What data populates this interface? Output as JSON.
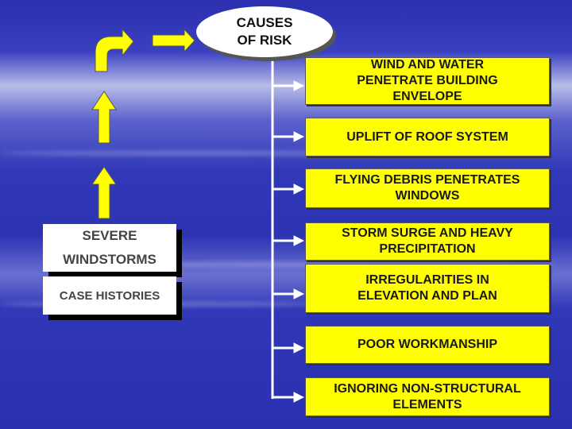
{
  "center": {
    "label": "CAUSES\nOF RISK"
  },
  "source": {
    "primary": "SEVERE\nWINDSTORMS",
    "secondary": "CASE HISTORIES"
  },
  "causes": [
    "WIND AND WATER\nPENETRATE BUILDING\nENVELOPE",
    "UPLIFT OF ROOF SYSTEM",
    "FLYING DEBRIS PENETRATES\nWINDOWS",
    "STORM SURGE AND HEAVY\nPRECIPITATION",
    "IRREGULARITIES IN\nELEVATION AND PLAN",
    "POOR WORKMANSHIP",
    "IGNORING NON-STRUCTURAL\nELEMENTS"
  ],
  "colors": {
    "arrow": "#ffff00",
    "box": "#ffff00",
    "background": "#2c34b4"
  }
}
